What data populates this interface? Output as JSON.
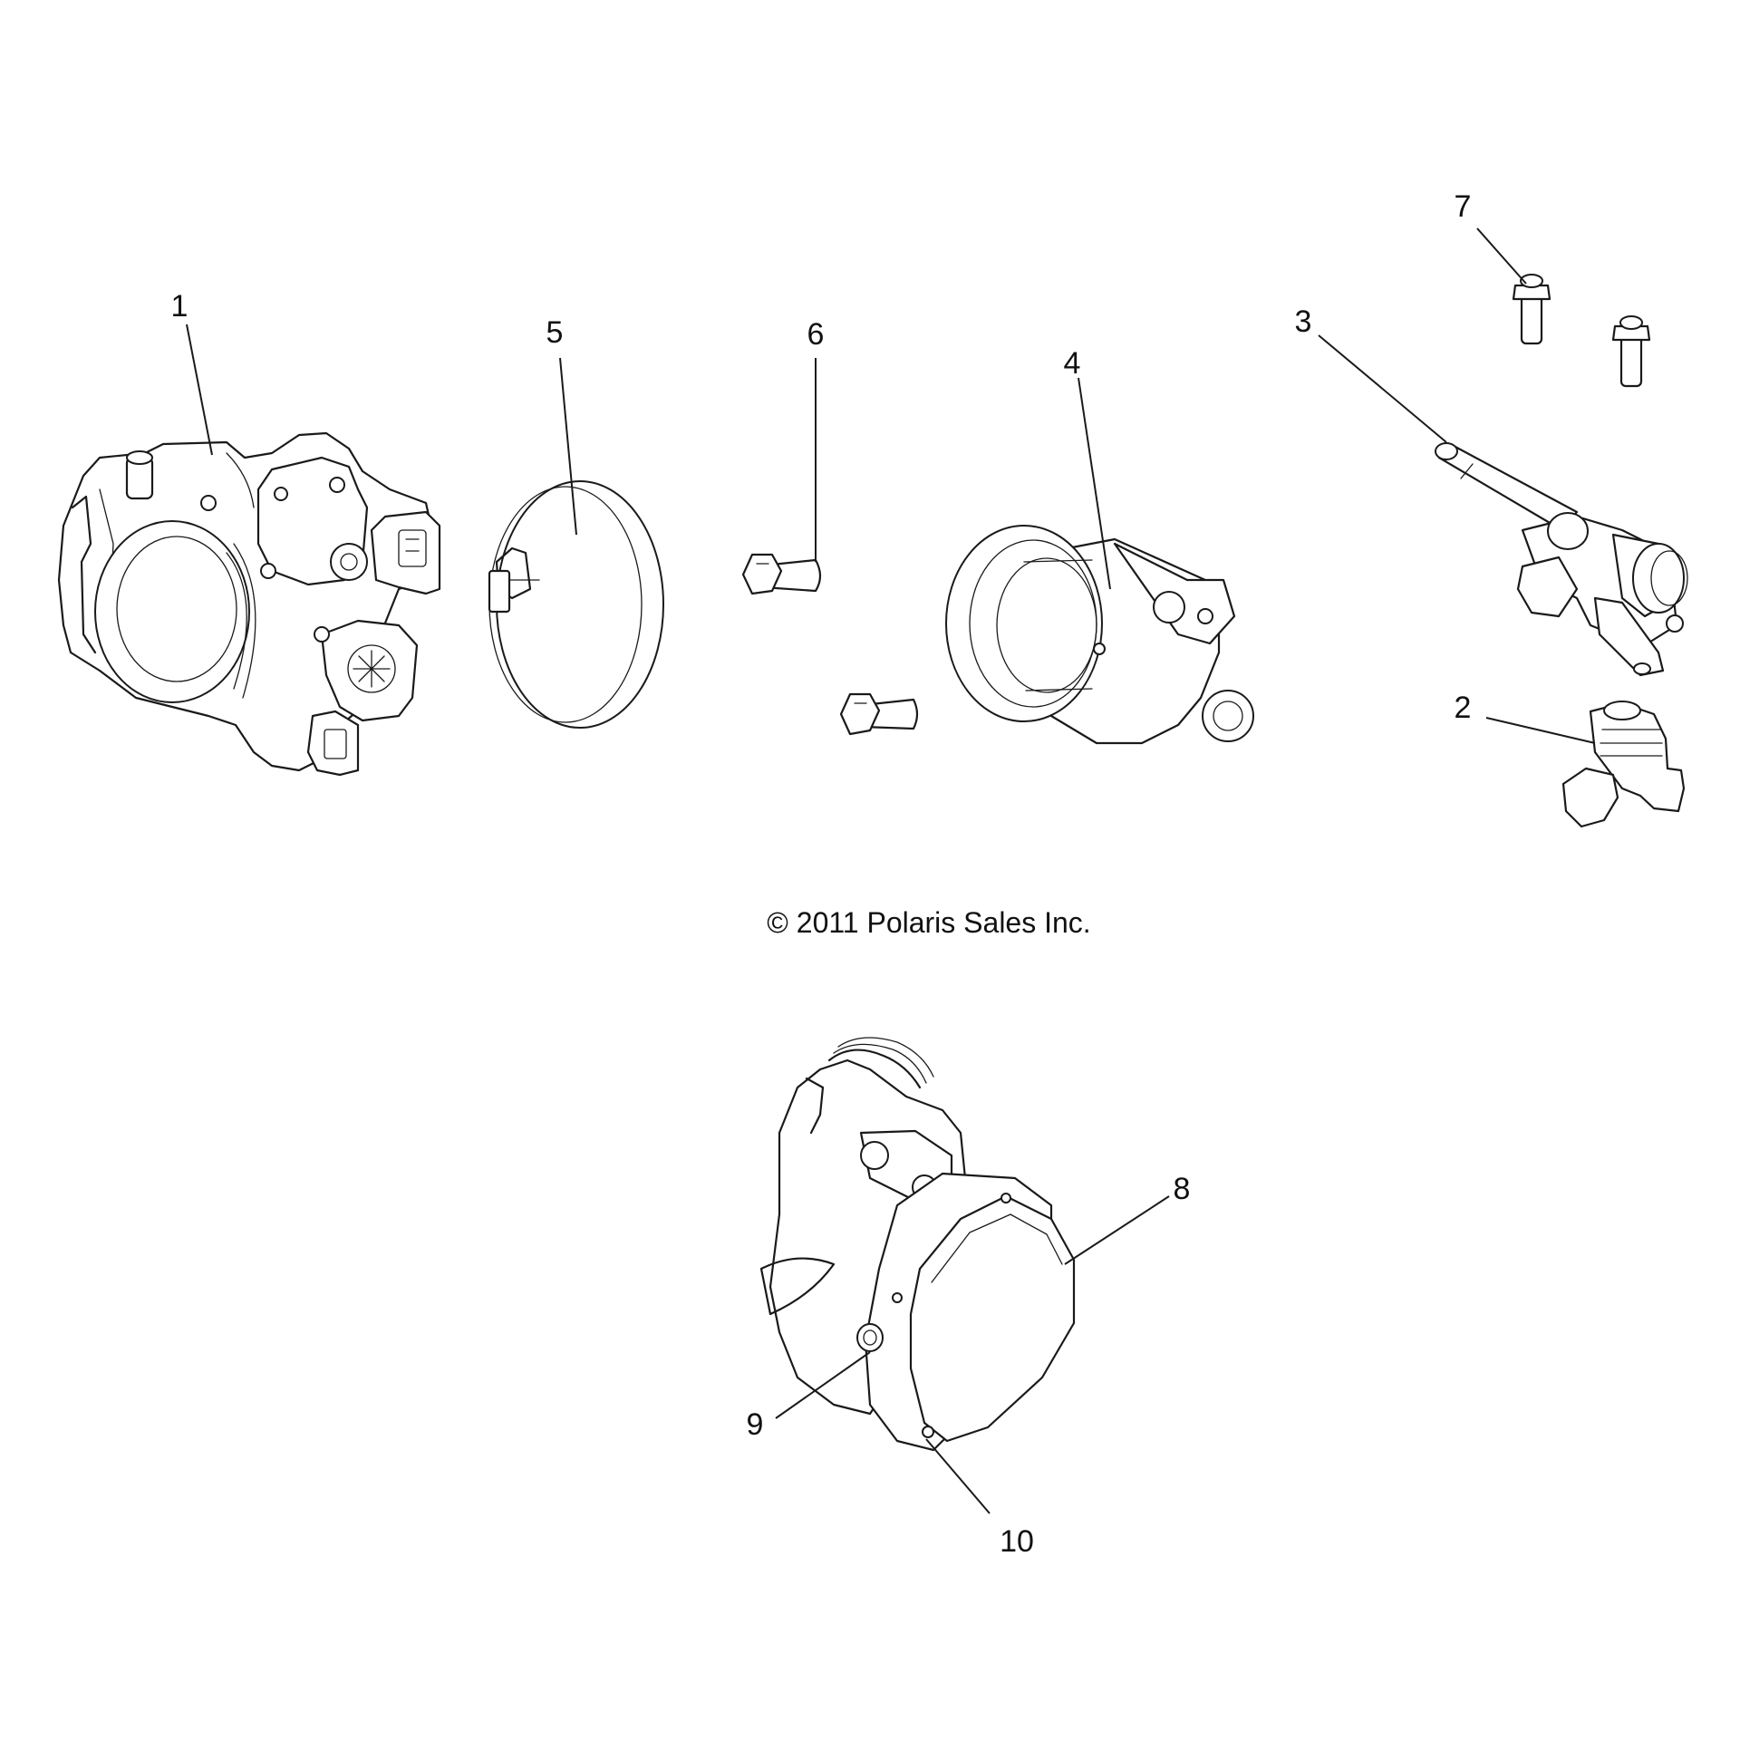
{
  "copyright": "© 2011 Polaris Sales Inc.",
  "callouts": {
    "c1": "1",
    "c2": "2",
    "c3": "3",
    "c4": "4",
    "c5": "5",
    "c6": "6",
    "c7": "7",
    "c8": "8",
    "c9": "9",
    "c10": "10"
  }
}
